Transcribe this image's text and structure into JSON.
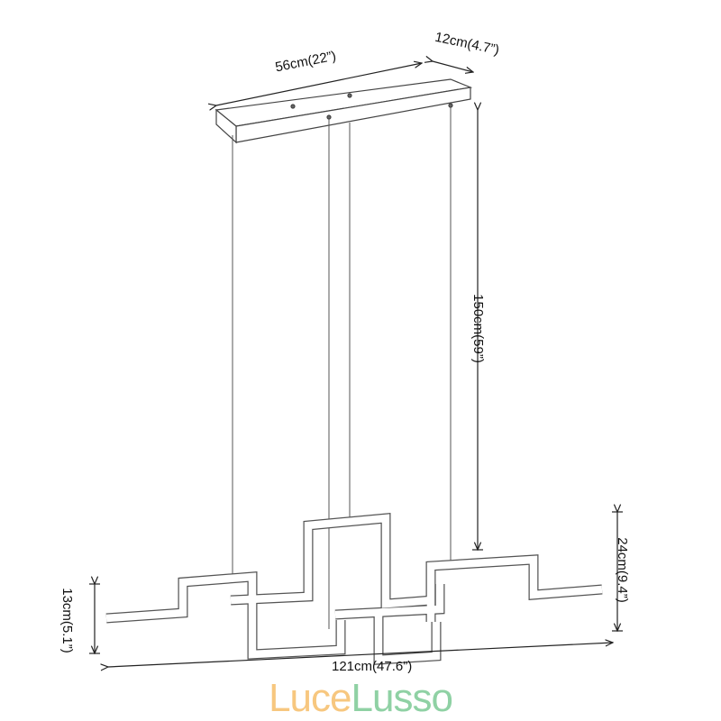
{
  "dimensions": {
    "canopy_length": "56cm(22”)",
    "canopy_width": "12cm(4.7”)",
    "cable_length": "150cm(59”)",
    "fixture_height": "24cm(9.4”)",
    "arm_height": "13cm(5.1”)",
    "total_length": "121cm(47.6”)"
  },
  "logo": {
    "part1": "Luce",
    "part2": "Lusso",
    "color1": "#f7c77f",
    "color2": "#8fd1a4"
  },
  "colors": {
    "line": "#333333",
    "outline": "#555555"
  }
}
